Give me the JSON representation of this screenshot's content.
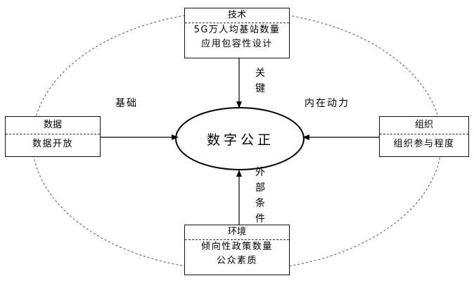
{
  "center": {
    "label": "数字公正"
  },
  "nodes": {
    "tech": {
      "title": "技术",
      "items": [
        "5G万人均基站数量",
        "应用包容性设计"
      ]
    },
    "data": {
      "title": "数据",
      "items": [
        "数据开放"
      ]
    },
    "org": {
      "title": "组织",
      "items": [
        "组织参与程度"
      ]
    },
    "env": {
      "title": "环境",
      "items": [
        "倾向性政策数量",
        "公众素质"
      ]
    }
  },
  "edge_labels": {
    "tech": "关键",
    "data": "基础",
    "org": "内在动力",
    "env": "外部条件"
  }
}
